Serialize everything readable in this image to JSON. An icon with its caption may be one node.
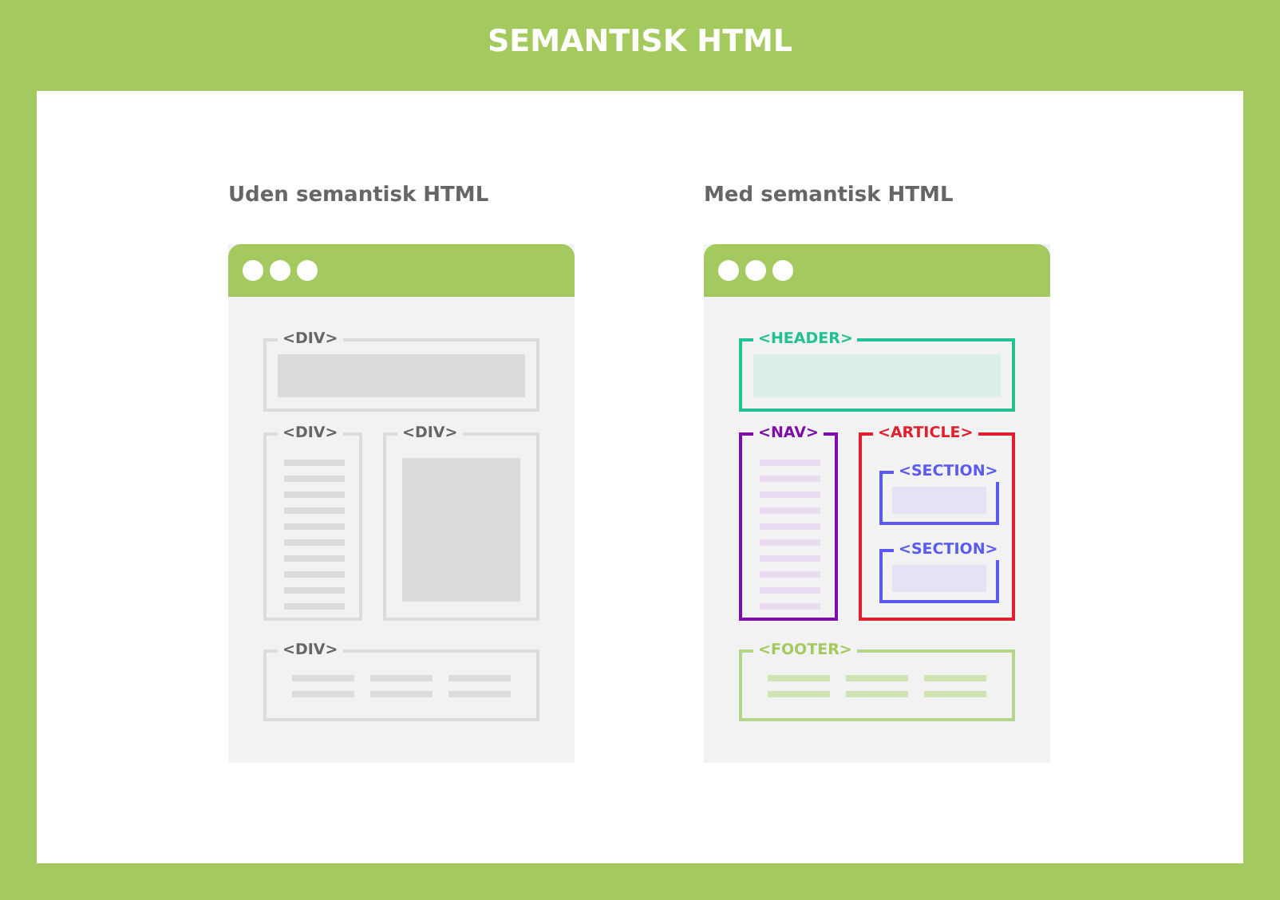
{
  "diagram": {
    "title": "SEMANTISK HTML",
    "nodes": [
      {
        "text": [
          "Uden semantisk HTML"
        ]
      },
      {
        "text": [
          "<DIV>"
        ],
        "in": 0
      },
      {
        "text": [
          "<DIV>"
        ],
        "in": 0
      },
      {
        "text": [
          "<DIV>"
        ],
        "in": 0
      },
      {
        "text": [
          "<DIV>"
        ],
        "in": 0
      },
      {
        "text": [
          "Med semantisk HTML"
        ]
      },
      {
        "text": [
          "<HEADER>"
        ],
        "in": 5
      },
      {
        "text": [
          "<NAV>"
        ],
        "in": 5
      },
      {
        "text": [
          "<ARTICLE>"
        ],
        "in": 5
      },
      {
        "text": [
          "<SECTION>"
        ],
        "in": 8
      },
      {
        "text": [
          "<SECTION>"
        ],
        "in": 8
      },
      {
        "text": [
          "<FOOTER>"
        ],
        "in": 5
      }
    ]
  }
}
